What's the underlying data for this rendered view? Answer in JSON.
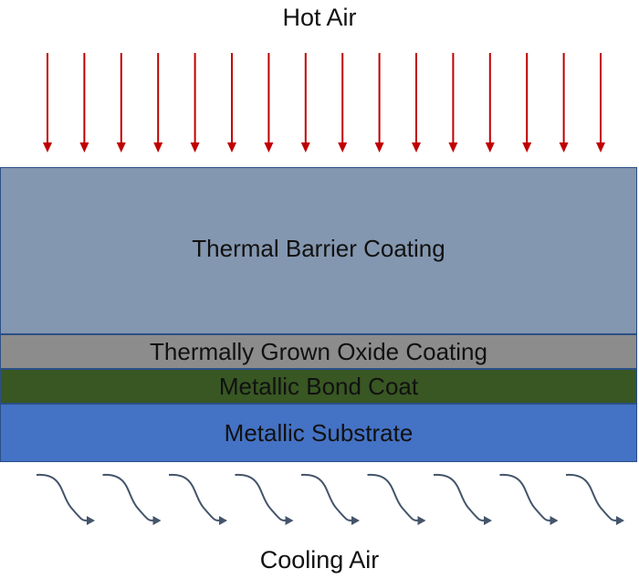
{
  "labels": {
    "top": "Hot Air",
    "bottom": "Cooling Air"
  },
  "layers": [
    {
      "label": "Thermal Barrier Coating",
      "color": "#8497b0"
    },
    {
      "label": "Thermally Grown Oxide Coating",
      "color": "#8c8c8c"
    },
    {
      "label": "Metallic Bond Coat",
      "color": "#385723"
    },
    {
      "label": "Metallic Substrate",
      "color": "#4472c4"
    }
  ],
  "colors": {
    "hot_arrow": "#c00000",
    "cooling_arrow": "#44546a",
    "layer_border": "#2b4f86"
  },
  "hot_arrow_count": 16,
  "cooling_arrow_count": 9
}
